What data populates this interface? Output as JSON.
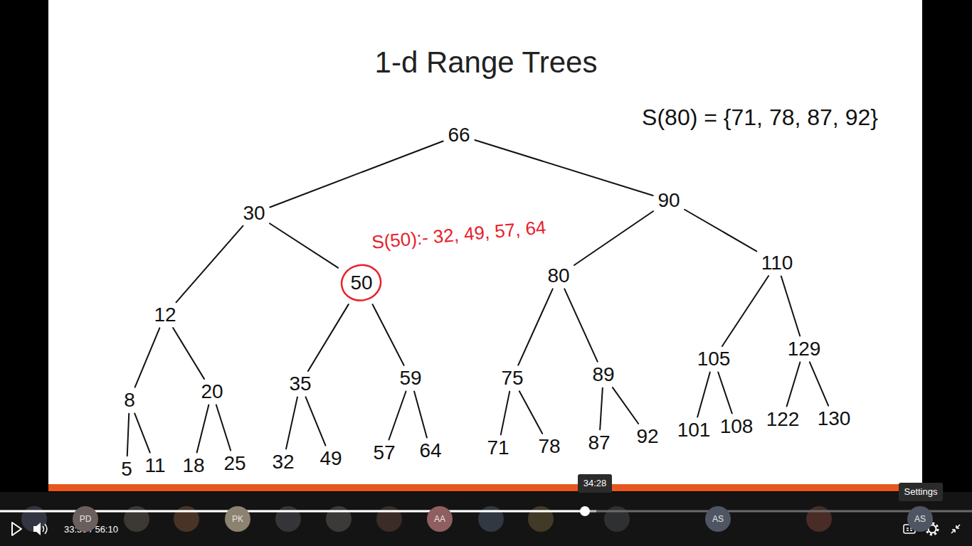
{
  "diagram": {
    "title": "1-d Range Trees",
    "nodes": [
      {
        "text": [
          "66"
        ]
      },
      {
        "text": [
          "30"
        ]
      },
      {
        "text": [
          "90"
        ]
      },
      {
        "text": [
          "12"
        ]
      },
      {
        "text": [
          "50"
        ]
      },
      {
        "text": [
          "80"
        ]
      },
      {
        "text": [
          "110"
        ]
      },
      {
        "text": [
          "8"
        ]
      },
      {
        "text": [
          "20"
        ]
      },
      {
        "text": [
          "35"
        ]
      },
      {
        "text": [
          "59"
        ]
      },
      {
        "text": [
          "75"
        ]
      },
      {
        "text": [
          "89"
        ]
      },
      {
        "text": [
          "105"
        ]
      },
      {
        "text": [
          "129"
        ]
      },
      {
        "text": [
          "5"
        ]
      },
      {
        "text": [
          "11"
        ]
      },
      {
        "text": [
          "18"
        ]
      },
      {
        "text": [
          "25"
        ]
      },
      {
        "text": [
          "32"
        ]
      },
      {
        "text": [
          "49"
        ]
      },
      {
        "text": [
          "57"
        ]
      },
      {
        "text": [
          "64"
        ]
      },
      {
        "text": [
          "71"
        ]
      },
      {
        "text": [
          "78"
        ]
      },
      {
        "text": [
          "87"
        ]
      },
      {
        "text": [
          "92"
        ]
      },
      {
        "text": [
          "101"
        ]
      },
      {
        "text": [
          "108"
        ]
      },
      {
        "text": [
          "122"
        ]
      },
      {
        "text": [
          "130"
        ]
      },
      {
        "text": [
          "34:28"
        ]
      },
      {
        "text": [
          "Settings"
        ]
      },
      {
        "text": [
          "PD"
        ]
      },
      {
        "text": [
          "PK"
        ]
      },
      {
        "text": [
          "AA"
        ]
      },
      {
        "text": [
          "AS"
        ]
      },
      {
        "text": [
          "AS"
        ]
      }
    ],
    "edges": [
      {
        "from": 0,
        "to": 1,
        "arrow": "none"
      },
      {
        "from": 0,
        "to": 2,
        "arrow": "none"
      },
      {
        "from": 1,
        "to": 3,
        "arrow": "none"
      },
      {
        "from": 1,
        "to": 4,
        "arrow": "none"
      },
      {
        "from": 2,
        "to": 5,
        "arrow": "none"
      },
      {
        "from": 2,
        "to": 6,
        "arrow": "none"
      },
      {
        "from": 3,
        "to": 7,
        "arrow": "none"
      },
      {
        "from": 3,
        "to": 8,
        "arrow": "none"
      },
      {
        "from": 4,
        "to": 9,
        "arrow": "none"
      },
      {
        "from": 4,
        "to": 10,
        "arrow": "none"
      },
      {
        "from": 5,
        "to": 11,
        "arrow": "none"
      },
      {
        "from": 5,
        "to": 12,
        "arrow": "none"
      },
      {
        "from": 6,
        "to": 13,
        "arrow": "none"
      },
      {
        "from": 6,
        "to": 14,
        "arrow": "none"
      },
      {
        "from": 7,
        "to": 15,
        "arrow": "none"
      },
      {
        "from": 7,
        "to": 16,
        "arrow": "none"
      },
      {
        "from": 8,
        "to": 17,
        "arrow": "none"
      },
      {
        "from": 8,
        "to": 18,
        "arrow": "none"
      },
      {
        "from": 9,
        "to": 19,
        "arrow": "none"
      },
      {
        "from": 9,
        "to": 20,
        "arrow": "none"
      },
      {
        "from": 10,
        "to": 21,
        "arrow": "none"
      },
      {
        "from": 10,
        "to": 22,
        "arrow": "none"
      },
      {
        "from": 11,
        "to": 23,
        "arrow": "none"
      },
      {
        "from": 11,
        "to": 24,
        "arrow": "none"
      },
      {
        "from": 12,
        "to": 25,
        "arrow": "none"
      },
      {
        "from": 12,
        "to": 26,
        "arrow": "none"
      },
      {
        "from": 13,
        "to": 27,
        "arrow": "none"
      },
      {
        "from": 13,
        "to": 28,
        "arrow": "none"
      },
      {
        "from": 14,
        "to": 29,
        "arrow": "none"
      },
      {
        "from": 14,
        "to": 30,
        "arrow": "none"
      }
    ],
    "labels": [
      "S(80) = {71, 78, 87, 92}",
      "S(50):- 32, 49, 57, 64",
      "33:50 / 56:10"
    ]
  }
}
